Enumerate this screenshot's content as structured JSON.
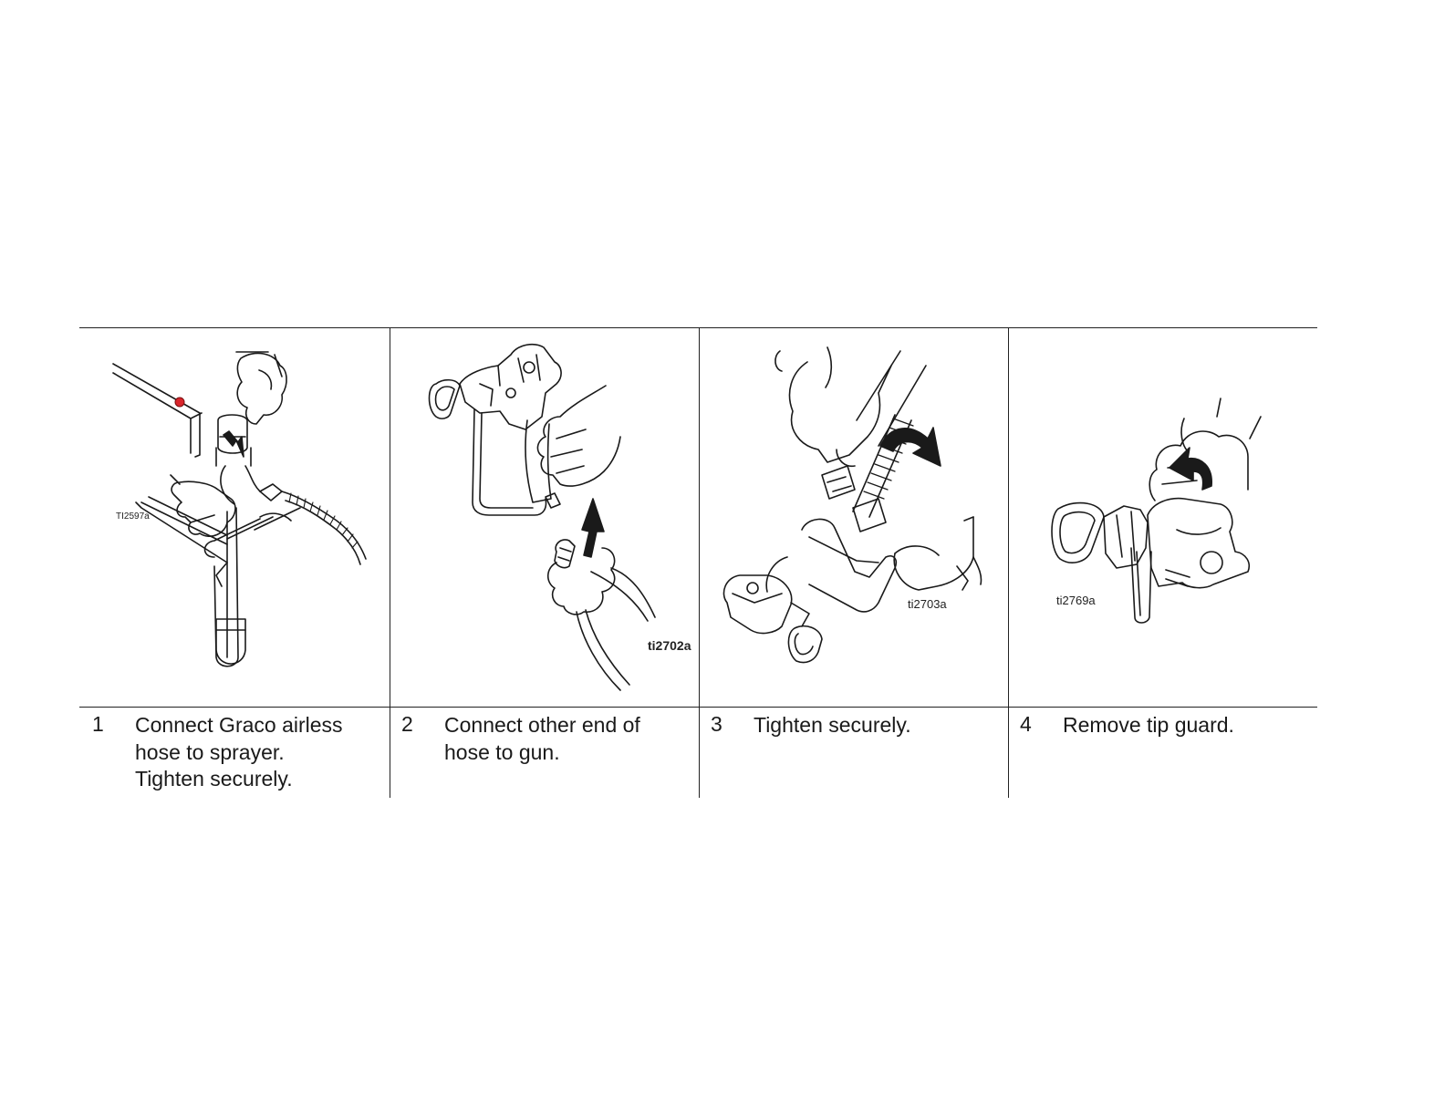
{
  "steps": [
    {
      "number": "1",
      "text": "Connect Graco airless\nhose to sprayer.\nTighten securely.",
      "figure_id": "TI2597a"
    },
    {
      "number": "2",
      "text": "Connect other end of\nhose to gun.",
      "figure_id": "ti2702a"
    },
    {
      "number": "3",
      "text": "Tighten securely.",
      "figure_id": "ti2703a"
    },
    {
      "number": "4",
      "text": "Remove tip guard.",
      "figure_id": "ti2769a"
    }
  ],
  "icons": {
    "step1": "hose-to-sprayer-illustration",
    "step2": "hose-to-gun-illustration",
    "step3": "wrench-tighten-illustration",
    "step4": "remove-tip-guard-illustration"
  },
  "colors": {
    "line": "#1a1a1a",
    "accent_marker": "#d9262c"
  }
}
